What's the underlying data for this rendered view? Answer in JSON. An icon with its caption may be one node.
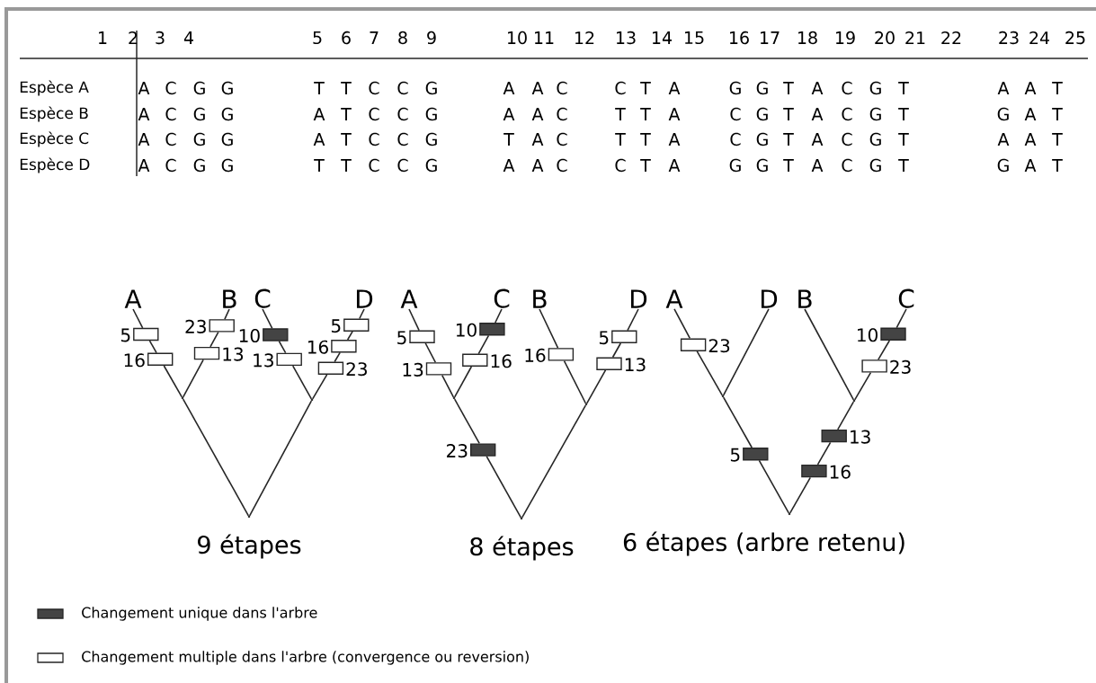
{
  "diagram": {
    "nodes": [
      {
        "text": [
          "A"
        ]
      },
      {
        "text": [
          "B"
        ]
      },
      {
        "text": [
          "C"
        ]
      },
      {
        "text": [
          "D"
        ]
      },
      {
        "text": [],
        "shape": "point"
      },
      {
        "text": [],
        "shape": "point"
      },
      {
        "text": [],
        "shape": "point",
        "beside": [
          "9 étapes"
        ]
      },
      {
        "text": [],
        "shape": "box",
        "beside": [
          "5"
        ]
      },
      {
        "text": [],
        "shape": "box",
        "beside": [
          "16"
        ]
      },
      {
        "text": [],
        "shape": "box",
        "beside": [
          "23"
        ]
      },
      {
        "text": [],
        "shape": "box",
        "beside": [
          "13"
        ]
      },
      {
        "text": [],
        "shape": "box",
        "beside": [
          "10"
        ]
      },
      {
        "text": [],
        "shape": "box",
        "beside": [
          "13"
        ]
      },
      {
        "text": [],
        "shape": "box",
        "beside": [
          "5"
        ]
      },
      {
        "text": [],
        "shape": "box",
        "beside": [
          "16"
        ]
      },
      {
        "text": [],
        "shape": "box",
        "beside": [
          "23"
        ]
      },
      {
        "text": [
          "A"
        ]
      },
      {
        "text": [
          "C"
        ]
      },
      {
        "text": [
          "B"
        ]
      },
      {
        "text": [
          "D"
        ]
      },
      {
        "text": [],
        "shape": "point"
      },
      {
        "text": [],
        "shape": "point"
      },
      {
        "text": [],
        "shape": "point",
        "beside": [
          "8 étapes"
        ]
      },
      {
        "text": [],
        "shape": "box",
        "beside": [
          "5"
        ]
      },
      {
        "text": [],
        "shape": "box",
        "beside": [
          "13"
        ]
      },
      {
        "text": [],
        "shape": "box",
        "beside": [
          "10"
        ]
      },
      {
        "text": [],
        "shape": "box",
        "beside": [
          "16"
        ]
      },
      {
        "text": [],
        "shape": "box",
        "beside": [
          "23"
        ]
      },
      {
        "text": [],
        "shape": "box",
        "beside": [
          "16"
        ]
      },
      {
        "text": [],
        "shape": "box",
        "beside": [
          "5"
        ]
      },
      {
        "text": [],
        "shape": "box",
        "beside": [
          "13"
        ]
      },
      {
        "text": [
          "A"
        ]
      },
      {
        "text": [
          "D"
        ]
      },
      {
        "text": [
          "B"
        ]
      },
      {
        "text": [
          "C"
        ]
      },
      {
        "text": [],
        "shape": "point"
      },
      {
        "text": [],
        "shape": "point"
      },
      {
        "text": [],
        "shape": "point",
        "beside": [
          "6 étapes (arbre retenu)"
        ]
      },
      {
        "text": [],
        "shape": "box",
        "beside": [
          "23"
        ]
      },
      {
        "text": [],
        "shape": "box",
        "beside": [
          "5"
        ]
      },
      {
        "text": [],
        "shape": "box",
        "beside": [
          "10"
        ]
      },
      {
        "text": [],
        "shape": "box",
        "beside": [
          "23"
        ]
      },
      {
        "text": [],
        "shape": "box",
        "beside": [
          "13"
        ]
      },
      {
        "text": [],
        "shape": "box",
        "beside": [
          "16"
        ]
      }
    ],
    "edges": [
      {
        "from": 0,
        "to": 7,
        "arrow": "none"
      },
      {
        "from": 7,
        "to": 8,
        "arrow": "none"
      },
      {
        "from": 8,
        "to": 4,
        "arrow": "none"
      },
      {
        "from": 1,
        "to": 9,
        "arrow": "none"
      },
      {
        "from": 9,
        "to": 10,
        "arrow": "none"
      },
      {
        "from": 10,
        "to": 4,
        "arrow": "none"
      },
      {
        "from": 2,
        "to": 11,
        "arrow": "none"
      },
      {
        "from": 11,
        "to": 12,
        "arrow": "none"
      },
      {
        "from": 12,
        "to": 5,
        "arrow": "none"
      },
      {
        "from": 3,
        "to": 13,
        "arrow": "none"
      },
      {
        "from": 13,
        "to": 14,
        "arrow": "none"
      },
      {
        "from": 14,
        "to": 15,
        "arrow": "none"
      },
      {
        "from": 15,
        "to": 5,
        "arrow": "none"
      },
      {
        "from": 4,
        "to": 6,
        "arrow": "none"
      },
      {
        "from": 5,
        "to": 6,
        "arrow": "none"
      },
      {
        "from": 16,
        "to": 23,
        "arrow": "none"
      },
      {
        "from": 23,
        "to": 24,
        "arrow": "none"
      },
      {
        "from": 24,
        "to": 20,
        "arrow": "none"
      },
      {
        "from": 17,
        "to": 25,
        "arrow": "none"
      },
      {
        "from": 25,
        "to": 26,
        "arrow": "none"
      },
      {
        "from": 26,
        "to": 20,
        "arrow": "none"
      },
      {
        "from": 20,
        "to": 27,
        "arrow": "none"
      },
      {
        "from": 27,
        "to": 22,
        "arrow": "none"
      },
      {
        "from": 18,
        "to": 28,
        "arrow": "none"
      },
      {
        "from": 28,
        "to": 21,
        "arrow": "none"
      },
      {
        "from": 19,
        "to": 29,
        "arrow": "none"
      },
      {
        "from": 29,
        "to": 30,
        "arrow": "none"
      },
      {
        "from": 30,
        "to": 21,
        "arrow": "none"
      },
      {
        "from": 21,
        "to": 22,
        "arrow": "none"
      },
      {
        "from": 31,
        "to": 38,
        "arrow": "none"
      },
      {
        "from": 38,
        "to": 35,
        "arrow": "none"
      },
      {
        "from": 32,
        "to": 35,
        "arrow": "none"
      },
      {
        "from": 35,
        "to": 39,
        "arrow": "none"
      },
      {
        "from": 39,
        "to": 37,
        "arrow": "none"
      },
      {
        "from": 33,
        "to": 36,
        "arrow": "none"
      },
      {
        "from": 34,
        "to": 40,
        "arrow": "none"
      },
      {
        "from": 40,
        "to": 41,
        "arrow": "none"
      },
      {
        "from": 41,
        "to": 36,
        "arrow": "none"
      },
      {
        "from": 36,
        "to": 42,
        "arrow": "none"
      },
      {
        "from": 42,
        "to": 43,
        "arrow": "none"
      },
      {
        "from": 43,
        "to": 37,
        "arrow": "none"
      }
    ],
    "labels": [
      "1",
      "2",
      "3",
      "4",
      "5",
      "6",
      "7",
      "8",
      "9",
      "10",
      "11",
      "12",
      "13",
      "14",
      "15",
      "16",
      "17",
      "18",
      "19",
      "20",
      "21",
      "22",
      "23",
      "24",
      "25",
      "Espèce A",
      "A",
      "C",
      "G",
      "G",
      "T",
      "T",
      "C",
      "C",
      "G",
      "A",
      "A",
      "C",
      "C",
      "T",
      "A",
      "G",
      "G",
      "T",
      "A",
      "C",
      "G",
      "T",
      "A",
      "A",
      "T",
      "Espèce B",
      "A",
      "C",
      "G",
      "G",
      "A",
      "T",
      "C",
      "C",
      "G",
      "A",
      "A",
      "C",
      "T",
      "T",
      "A",
      "C",
      "G",
      "T",
      "A",
      "C",
      "G",
      "T",
      "G",
      "A",
      "T",
      "Espèce C",
      "A",
      "C",
      "G",
      "G",
      "A",
      "T",
      "C",
      "C",
      "G",
      "T",
      "A",
      "C",
      "T",
      "T",
      "A",
      "C",
      "G",
      "T",
      "A",
      "C",
      "G",
      "T",
      "A",
      "A",
      "T",
      "Espèce D",
      "A",
      "C",
      "G",
      "G",
      "T",
      "T",
      "C",
      "C",
      "G",
      "A",
      "A",
      "C",
      "C",
      "T",
      "A",
      "G",
      "G",
      "T",
      "A",
      "C",
      "G",
      "T",
      "G",
      "A",
      "T"
    ],
    "legend": [
      {
        "text": "Changement unique dans l'arbre",
        "color": "#444444"
      },
      {
        "text": "Changement multiple dans l'arbre (convergence ou reversion)"
      }
    ]
  }
}
